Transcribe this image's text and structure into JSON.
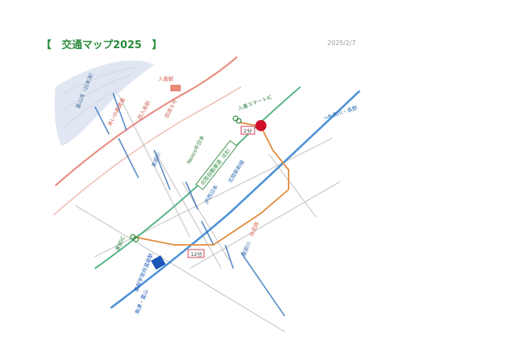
{
  "header": {
    "title": "【　交通マップ2025　】",
    "date": "2025/2/7"
  },
  "map": {
    "labels": {
      "sea": "富山湾（日本海）",
      "railway_local": "あいの風鉄道",
      "station_irizen": "入善駅",
      "road_r8": "国道８号",
      "river_kurobe": "黒部川",
      "nexco": "Nexco中日本",
      "expressway": "北陸自動車道（E8）",
      "smart_ic": "入善スマートIC",
      "time_short": "2分",
      "to_nagano": "→糸魚川・長野",
      "jr_west": "JR西日本",
      "shinkansen": "北陸新幹線",
      "kurobe_ic": "黒部IC",
      "time_long": "12分",
      "kurobe_uzura_station": "黒部宇奈月温泉駅",
      "to_toyama": "魚津・富山",
      "other_river": "黒部川",
      "highland": "舟見線",
      "jr_mid": "西入善駅"
    },
    "colors": {
      "title_green": "#2a8a3a",
      "shinkansen_blue": "#2f7fd0",
      "expressway_green": "#3aa870",
      "railway_red": "#e06a5a",
      "route_orange": "#e08a3a",
      "destination_red": "#d0102a",
      "station_blue": "#1a56b8"
    }
  }
}
